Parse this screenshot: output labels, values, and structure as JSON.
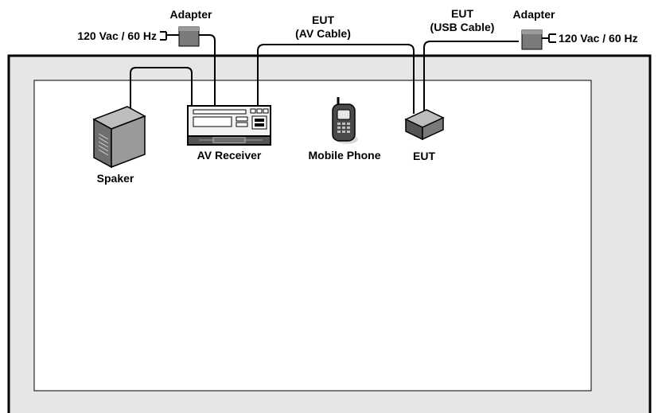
{
  "labels": {
    "adapter_left": "Adapter",
    "power_left": "120 Vac / 60 Hz",
    "eut_av_title": "EUT",
    "eut_av_sub": "(AV Cable)",
    "eut_usb_title": "EUT",
    "eut_usb_sub": "(USB Cable)",
    "adapter_right": "Adapter",
    "power_right": "120 Vac / 60 Hz",
    "speaker": "Spaker",
    "av_receiver": "AV Receiver",
    "mobile_phone": "Mobile Phone",
    "eut": "EUT"
  },
  "colors": {
    "table_frame": "#e6e6e6",
    "adapter": "#7a7a7a",
    "device_dark": "#555555",
    "receiver_body": "#f2f2f2"
  },
  "icons": [
    "adapter-icon",
    "plug-icon",
    "speaker-icon",
    "av-receiver-icon",
    "mobile-phone-icon",
    "eut-device-icon"
  ]
}
